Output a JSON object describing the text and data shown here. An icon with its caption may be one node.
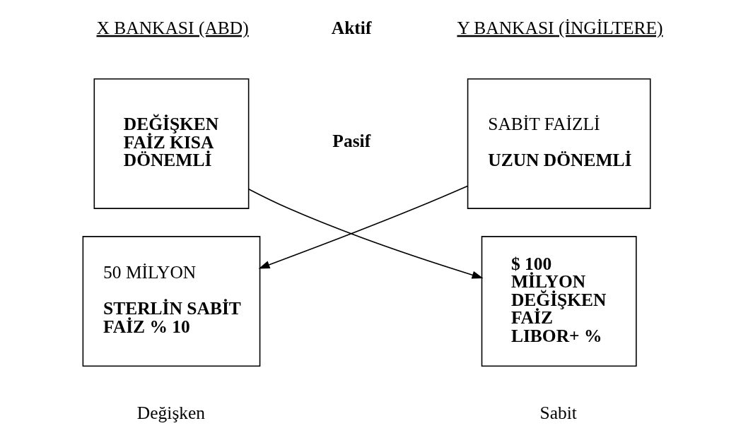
{
  "diagram": {
    "nodes": [
      {
        "text": [
          "DEĞİŞKEN FAİZ KISA DÖNEMLİ"
        ]
      },
      {
        "text": [
          "SABİT FAİZLİ",
          "UZUN DÖNEMLİ"
        ]
      },
      {
        "text": [
          "50 MİLYON",
          "STERLİN SABİT FAİZ % 10"
        ]
      },
      {
        "text": [
          "$ 100 MİLYON DEĞİŞKEN FAİZ LIBOR+ %"
        ]
      }
    ],
    "edges": [
      {
        "from": 0,
        "to": 3,
        "arrow": "to"
      },
      {
        "from": 1,
        "to": 2,
        "arrow": "to"
      }
    ],
    "labels": [
      "Aktif",
      "X BANKASI (ABD)",
      "Y BANKASI (İNGİLTERE)",
      "Pasif",
      "Değişken",
      "Sabit"
    ]
  }
}
